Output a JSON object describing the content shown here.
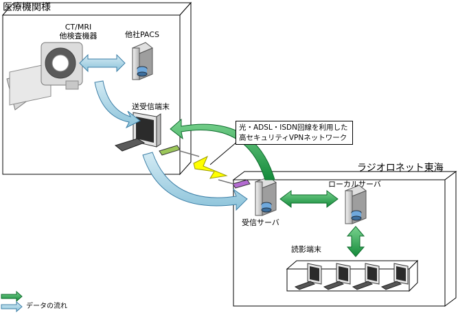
{
  "titles": {
    "hospital": "医療機関様",
    "radionet": "ラジオロネット東海"
  },
  "nodes": {
    "modality": [
      "CT/MRI",
      "他検査機器"
    ],
    "pacs": "他社PACS",
    "send_terminal": "送受信端末",
    "recv_server": "受信サーバ",
    "local_server": "ローカルサーバ",
    "reading_terminal": "読影端末"
  },
  "callout": {
    "line1": "光・ADSL・ISDN回線を利用した",
    "line2": "高セキュリティVPNネットワーク"
  },
  "legend": {
    "flow": "データの流れ",
    "colors": {
      "green": "#1fa34a",
      "blue": "#a9d3e6"
    }
  }
}
